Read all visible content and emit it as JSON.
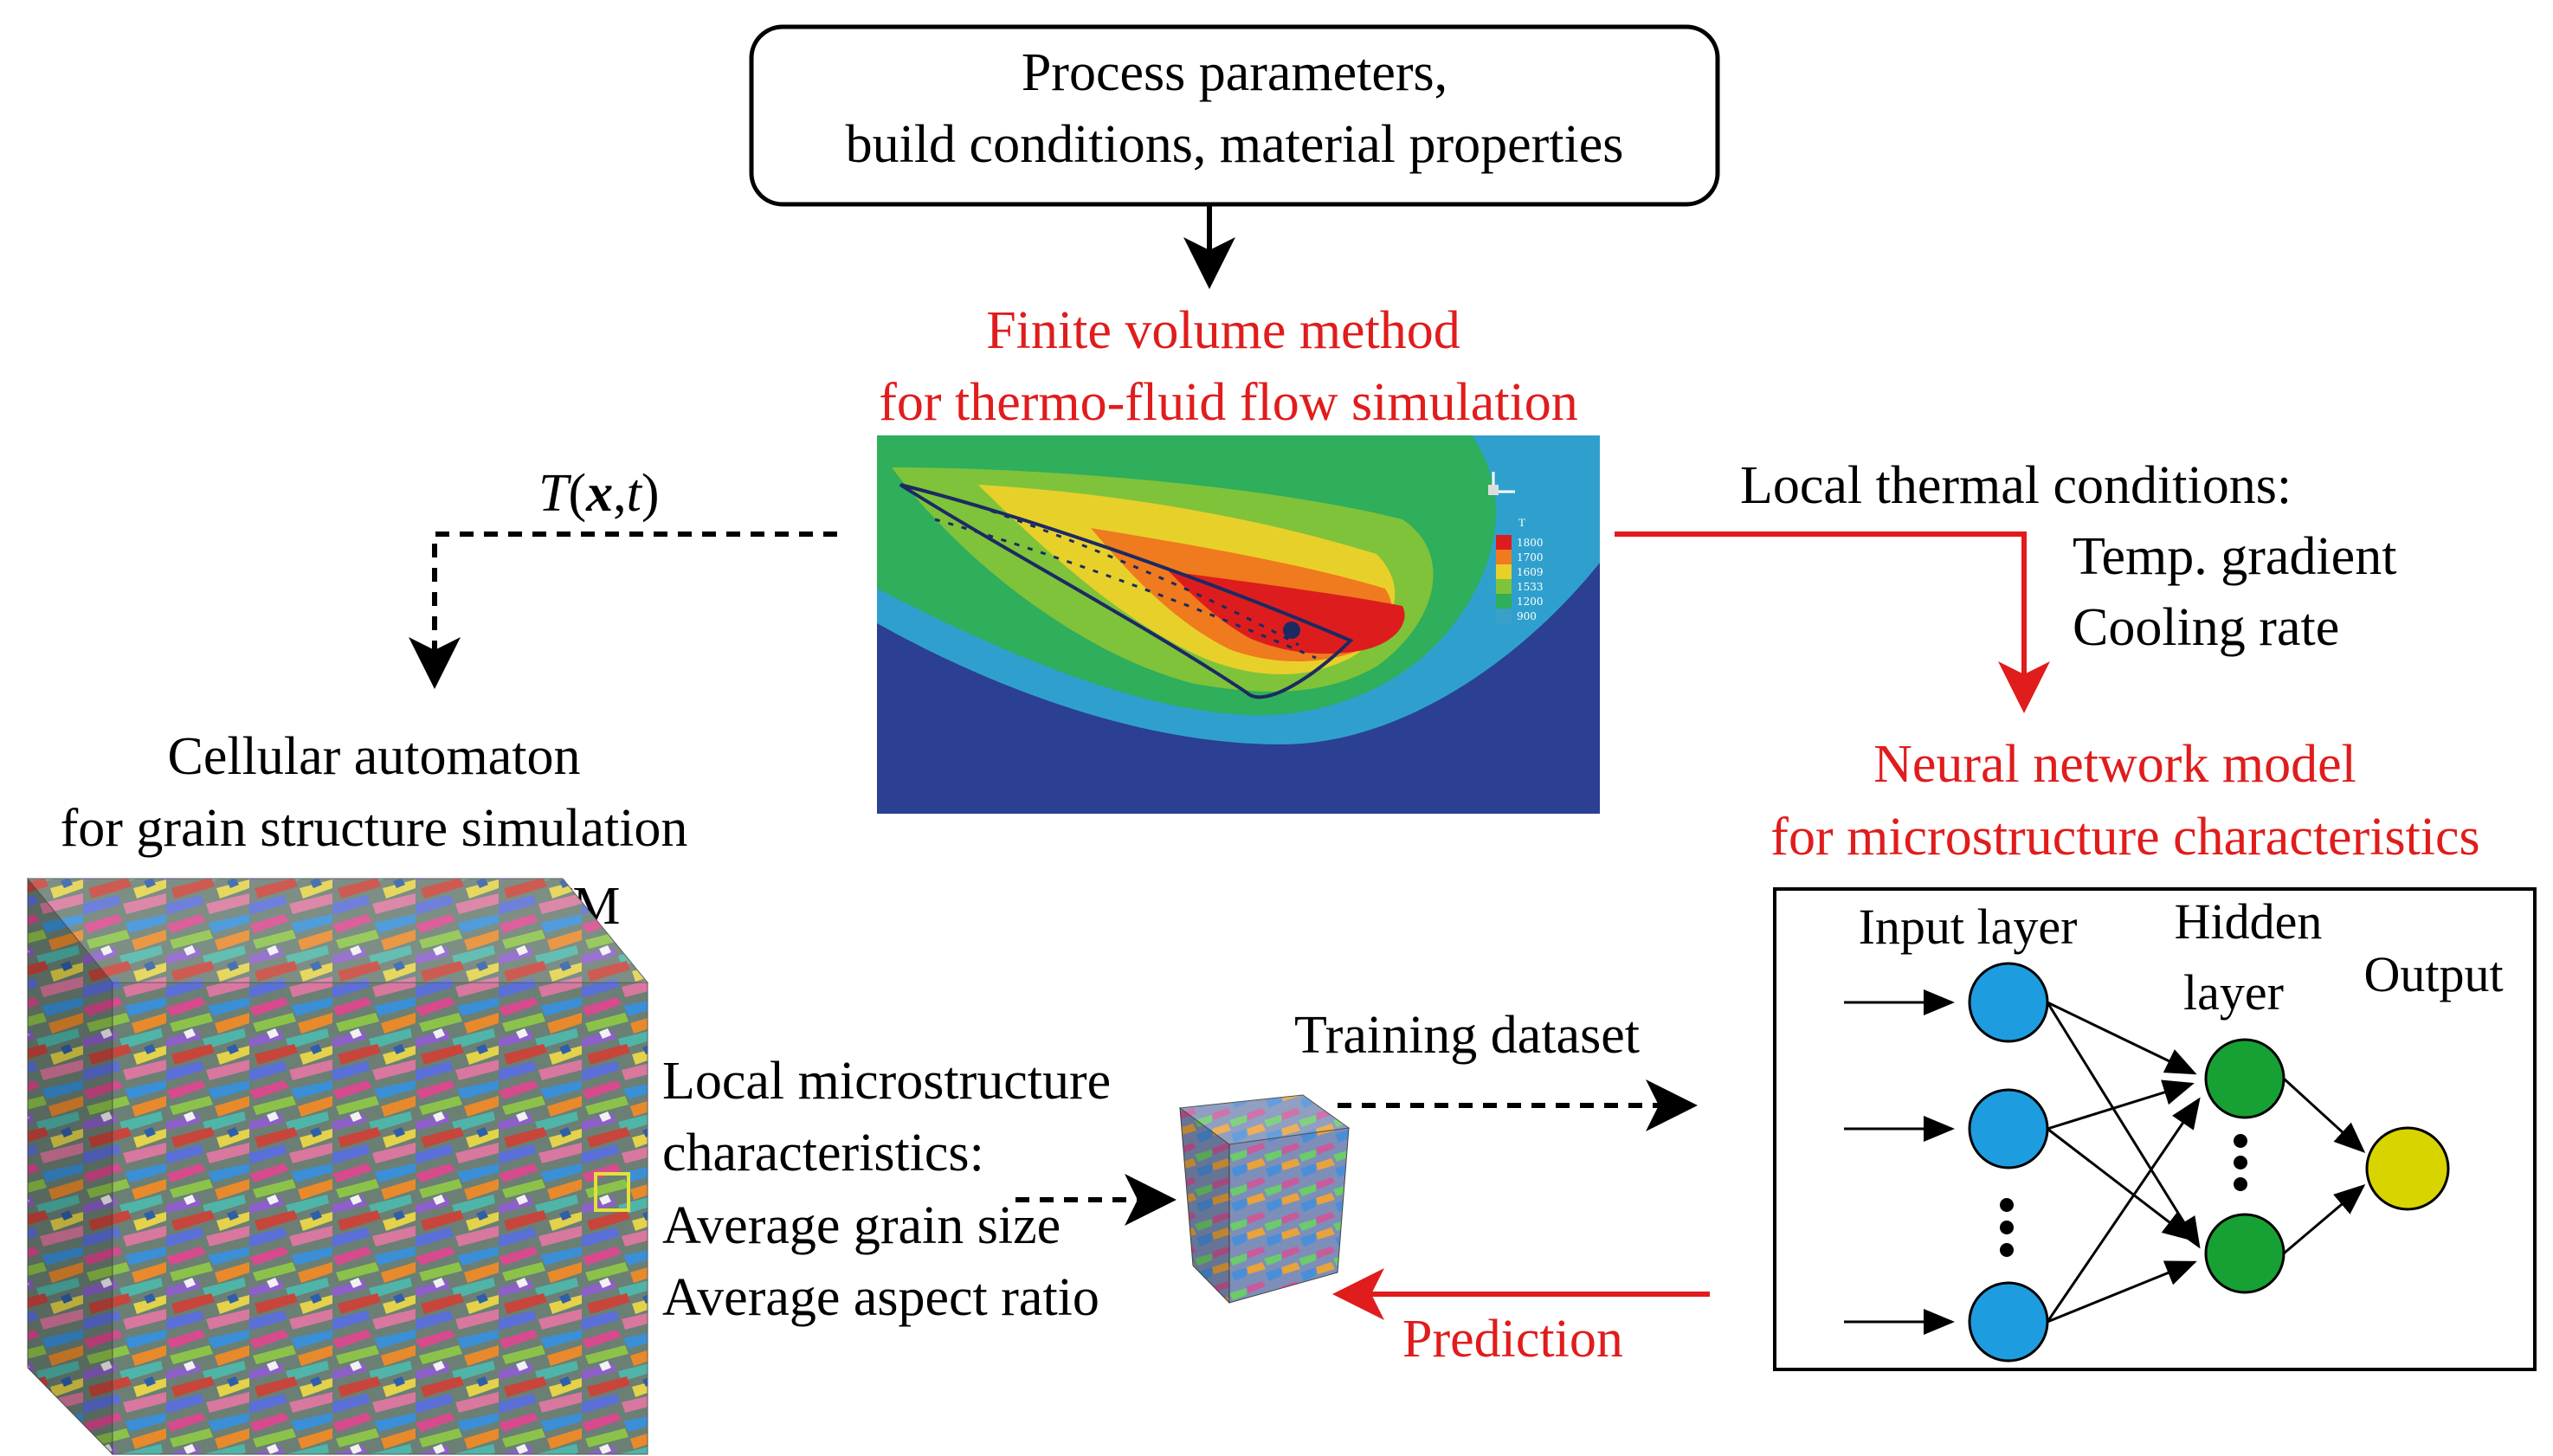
{
  "colors": {
    "black": "#000000",
    "red": "#e01c1c",
    "input_node": "#1e9ce0",
    "hidden_node": "#17a034",
    "output_node": "#d8d400",
    "thermal_background": "#2b3f93",
    "crop_box": "#e4e03a"
  },
  "inputs_box": {
    "line1": "Process parameters,",
    "line2": "build conditions, material properties"
  },
  "fvm": {
    "title_line1": "Finite volume method",
    "title_line2": "for thermo-fluid flow simulation"
  },
  "temperature_field": {
    "symbol_T": "T",
    "open_paren": "(",
    "x": "x",
    "comma": ",",
    "t": "t",
    "close_paren": ")"
  },
  "thermal_legend": {
    "title": "T",
    "values": [
      "1800",
      "1700",
      "1609",
      "1533",
      "1200",
      "900"
    ],
    "colors": [
      "#dd1d1d",
      "#f07a1e",
      "#e8d02a",
      "#7fc33a",
      "#2fae5b",
      "#3aa0c9"
    ]
  },
  "local_thermal": {
    "title": "Local thermal conditions:",
    "item1": "Temp. gradient",
    "item2": "Cooling rate"
  },
  "ca": {
    "title_line1": "Cellular automaton",
    "title_line2": "for grain structure simulation",
    "model_name": "CAFVM"
  },
  "local_micro": {
    "line1": "Local microstructure",
    "line2": "characteristics:",
    "item1": "Average grain size",
    "item2": "Average aspect ratio"
  },
  "training_label": "Training dataset",
  "prediction_label": "Prediction",
  "nn": {
    "title_line1": "Neural network model",
    "title_line2": "for microstructure characteristics",
    "input_layer": "Input layer",
    "hidden_line1": "Hidden",
    "hidden_line2": "layer",
    "output": "Output"
  }
}
